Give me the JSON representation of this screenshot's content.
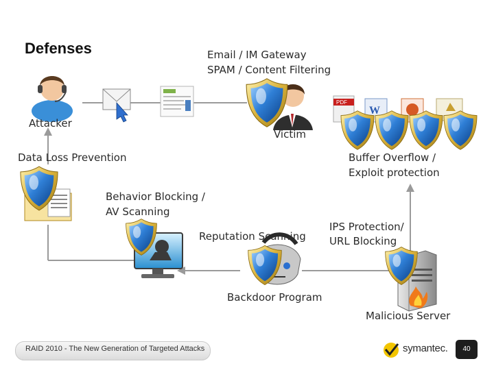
{
  "slide": {
    "title": "Defenses",
    "labels": {
      "email_gateway": "Email / IM Gateway",
      "spam_filtering": "SPAM / Content Filtering",
      "attacker": "Attacker",
      "victim": "Victim",
      "data_loss_prevention": "Data Loss Prevention",
      "buffer_overflow_1": "Buffer Overflow /",
      "buffer_overflow_2": "Exploit protection",
      "behavior_blocking_1": "Behavior Blocking /",
      "behavior_blocking_2": "AV Scanning",
      "reputation_scanning": "Reputation Scanning",
      "ips_protection_1": "IPS Protection/",
      "ips_protection_2": "URL Blocking",
      "backdoor_program": "Backdoor Program",
      "malicious_server": "Malicious Server"
    },
    "footer": {
      "text": "RAID 2010 - The New Generation of Targeted Attacks",
      "logo_text": "symantec.",
      "page_number": "40"
    },
    "icons": {
      "doc_labels": [
        "PDF",
        "W"
      ]
    }
  },
  "colors": {
    "shield_blue": "#1e5fb0",
    "shield_gold": "#c9a227",
    "arrow_gray": "#9a9a9a",
    "logo_yellow": "#f2c500"
  }
}
